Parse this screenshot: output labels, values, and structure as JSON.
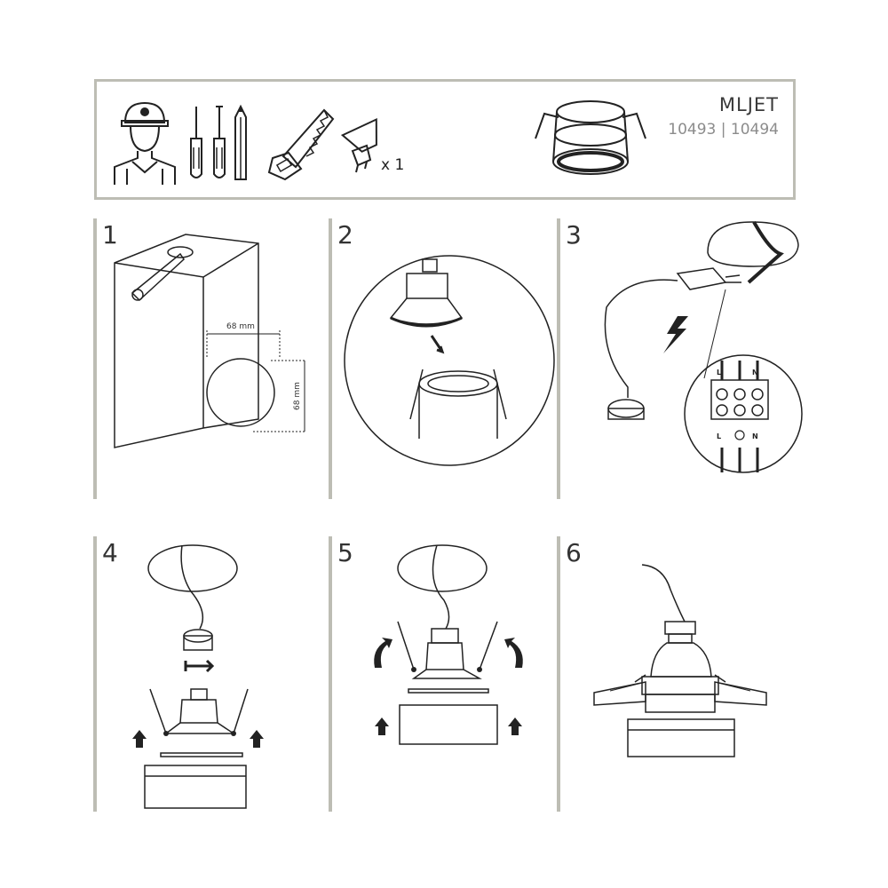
{
  "header": {
    "product_name": "MLJET",
    "product_codes": "10493 | 10494",
    "bulb_quantity": "x 1",
    "tool_icons": [
      "installer-icon",
      "screwdriver-icon",
      "screwdriver-icon",
      "pencil-icon",
      "saw-icon",
      "gu10-bulb-icon"
    ]
  },
  "steps": [
    {
      "number": "1",
      "dim_width": "68 mm",
      "dim_height": "68 mm"
    },
    {
      "number": "2"
    },
    {
      "number": "3",
      "terminals_top": [
        "L",
        "N"
      ],
      "terminals_bottom": [
        "L",
        "N"
      ]
    },
    {
      "number": "4"
    },
    {
      "number": "5"
    },
    {
      "number": "6"
    }
  ],
  "colors": {
    "frame": "#bdbdb4",
    "line": "#222222"
  }
}
